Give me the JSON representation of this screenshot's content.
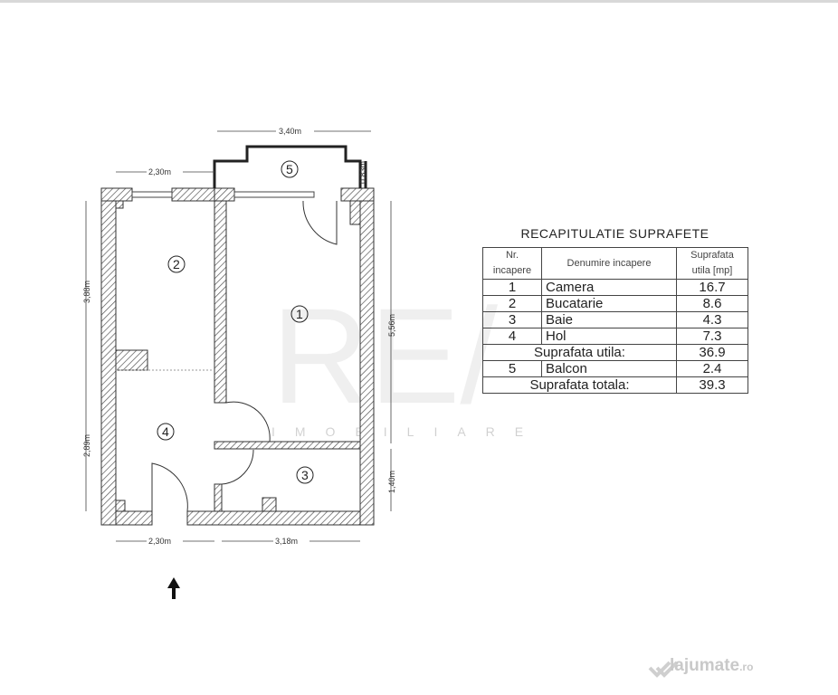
{
  "plan": {
    "dimensions": {
      "balcony_width": "3,40m",
      "top_left_width": "2,30m",
      "balcony_depth": "0,83m",
      "left_upper_height": "3,88m",
      "left_lower_height": "2,89m",
      "right_upper_height": "5,56m",
      "right_lower_height": "1,40m",
      "bottom_left_width": "2,30m",
      "bottom_right_width": "3,18m"
    },
    "rooms": [
      "1",
      "2",
      "3",
      "4",
      "5"
    ],
    "entrance_icon": "arrow-up-icon"
  },
  "watermark": {
    "logo": "RE/",
    "sub": "IMOBILIARE"
  },
  "recap": {
    "title": "RECAPITULATIE SUPRAFETE",
    "headers": [
      "Nr. incapere",
      "Denumire incapere",
      "Suprafata utila [mp]"
    ],
    "rows": [
      {
        "nr": "1",
        "name": "Camera",
        "area": "16.7"
      },
      {
        "nr": "2",
        "name": "Bucatarie",
        "area": "8.6"
      },
      {
        "nr": "3",
        "name": "Baie",
        "area": "4.3"
      },
      {
        "nr": "4",
        "name": "Hol",
        "area": "7.3"
      }
    ],
    "useful_label": "Suprafata utila:",
    "useful_value": "36.9",
    "balcony": {
      "nr": "5",
      "name": "Balcon",
      "area": "2.4"
    },
    "total_label": "Suprafata totala:",
    "total_value": "39.3"
  },
  "site_watermark": {
    "name": "lajumate",
    "tld": ".ro"
  }
}
